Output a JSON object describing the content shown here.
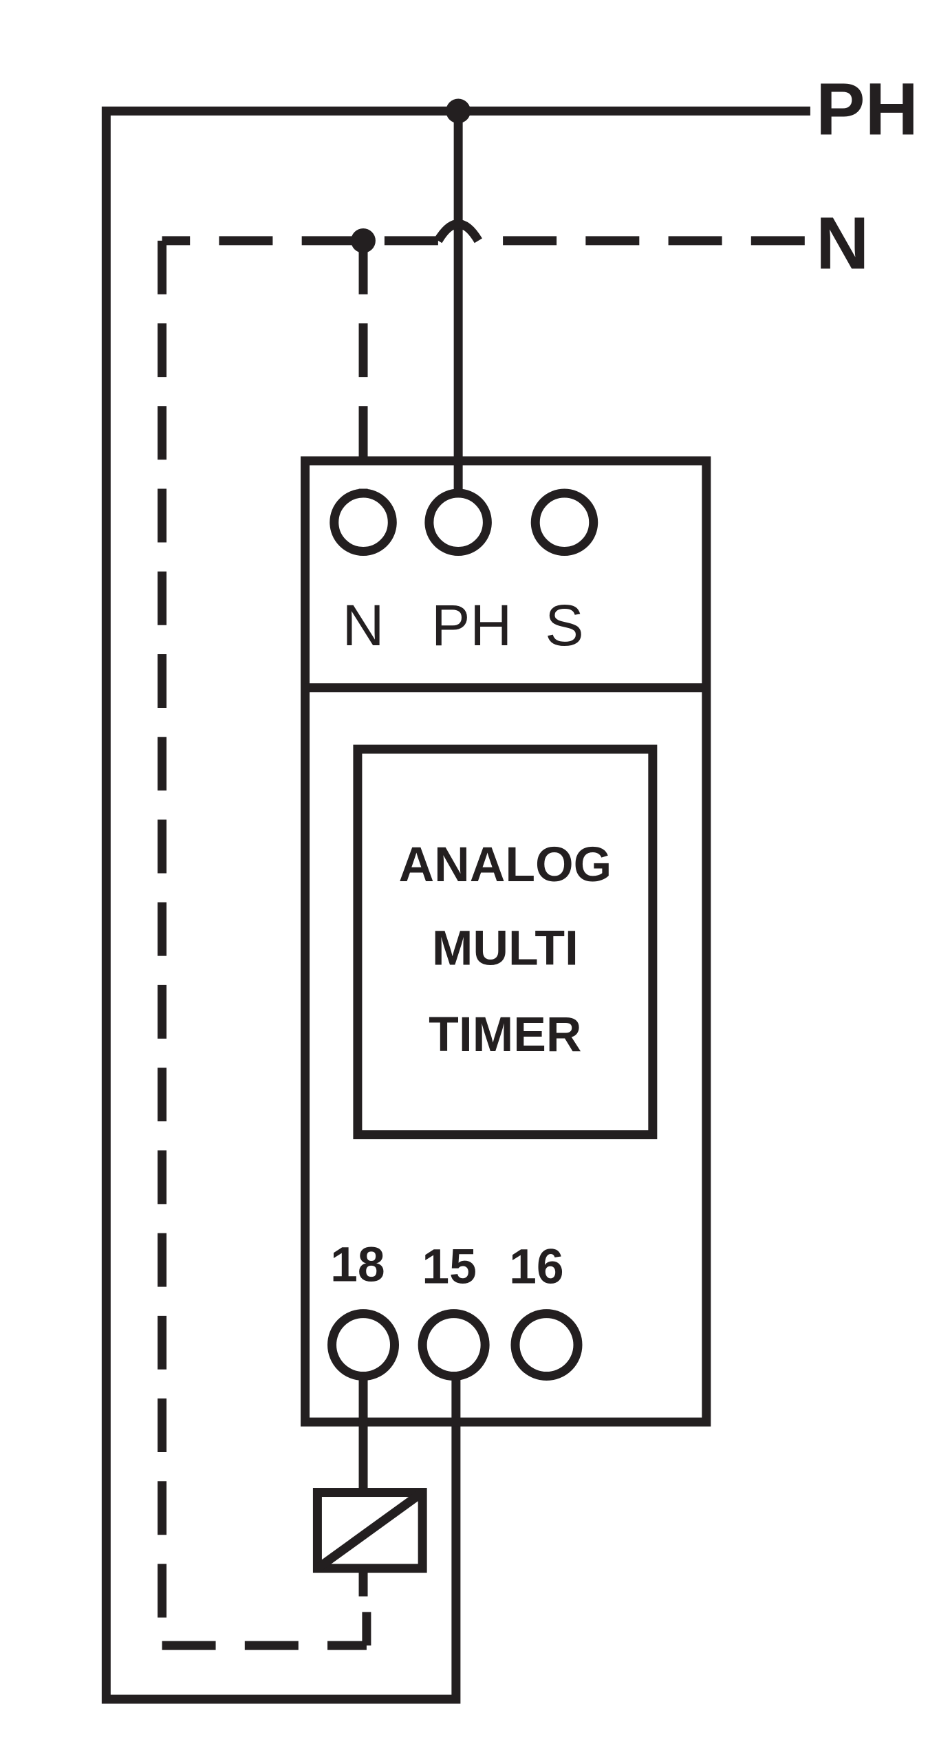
{
  "lines": {
    "phase_label": "PH",
    "neutral_label": "N"
  },
  "device": {
    "top_terminals": [
      "N",
      "PH",
      "S"
    ],
    "title_lines": [
      "ANALOG",
      "MULTI",
      "TIMER"
    ],
    "bottom_terminals": [
      "18",
      "15",
      "16"
    ]
  },
  "colors": {
    "ink": "#231f20",
    "background": "#ffffff"
  }
}
